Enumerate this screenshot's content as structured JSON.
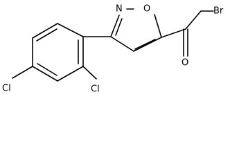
{
  "molecule": {
    "atoms": {
      "ring_n": "N",
      "ring_o": "O",
      "carbonyl_o": "O",
      "bromine": "Br",
      "chlorine_para": "Cl",
      "chlorine_ortho": "Cl"
    }
  }
}
